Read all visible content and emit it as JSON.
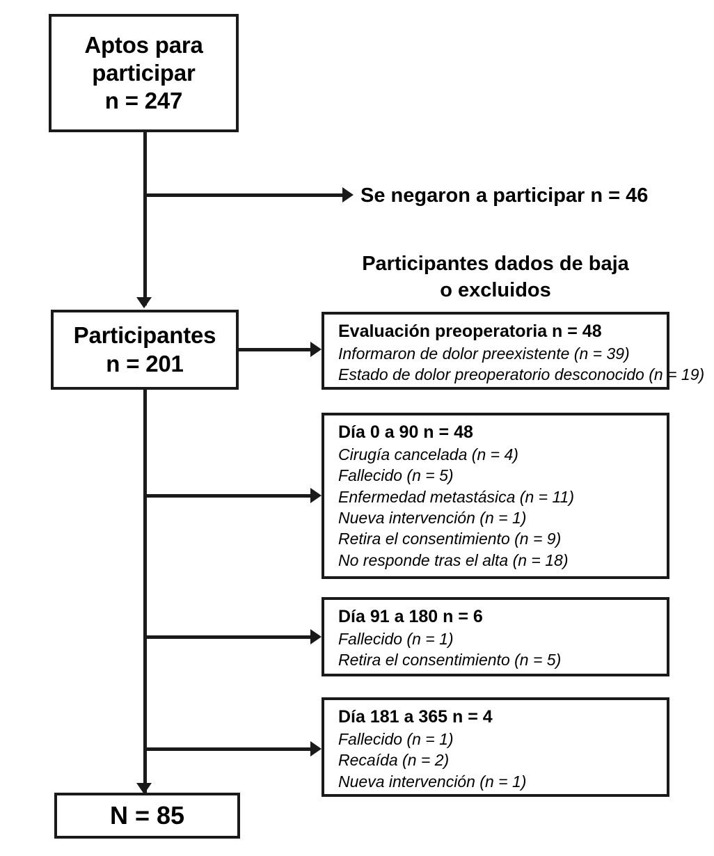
{
  "diagram": {
    "type": "participant-flow-diagram",
    "language": "es"
  },
  "nodes": {
    "eligible": {
      "line1": "Aptos para",
      "line2": "participar",
      "line3": "n = 247"
    },
    "participants": {
      "line1": "Participantes",
      "line2": "n = 201"
    },
    "final": {
      "line1": "N = 85"
    }
  },
  "labels": {
    "refused": "Se negaron a participar n = 46",
    "excluded_header_line1": "Participantes dados de baja",
    "excluded_header_line2": "o excluidos"
  },
  "exclusions": [
    {
      "id": "preop",
      "heading": "Evaluación preoperatoria n = 48",
      "items": [
        "Informaron de dolor preexistente (n = 39)",
        "Estado de dolor preoperatorio desconocido (n = 19)"
      ]
    },
    {
      "id": "day-0-90",
      "heading": "Día 0 a 90 n = 48",
      "items": [
        "Cirugía cancelada (n = 4)",
        "Fallecido (n = 5)",
        "Enfermedad metastásica (n = 11)",
        "Nueva intervención (n = 1)",
        "Retira el consentimiento (n = 9)",
        "No responde tras el alta (n = 18)"
      ]
    },
    {
      "id": "day-91-180",
      "heading": "Día 91 a 180 n = 6",
      "items": [
        "Fallecido (n = 1)",
        "Retira el consentimiento (n = 5)"
      ]
    },
    {
      "id": "day-181-365",
      "heading": "Día 181 a 365 n = 4",
      "items": [
        "Fallecido (n = 1)",
        "Recaída (n = 2)",
        "Nueva intervención (n = 1)"
      ]
    }
  ],
  "colors": {
    "stroke": "#1a1a1a",
    "background": "#ffffff",
    "text": "#000000"
  }
}
